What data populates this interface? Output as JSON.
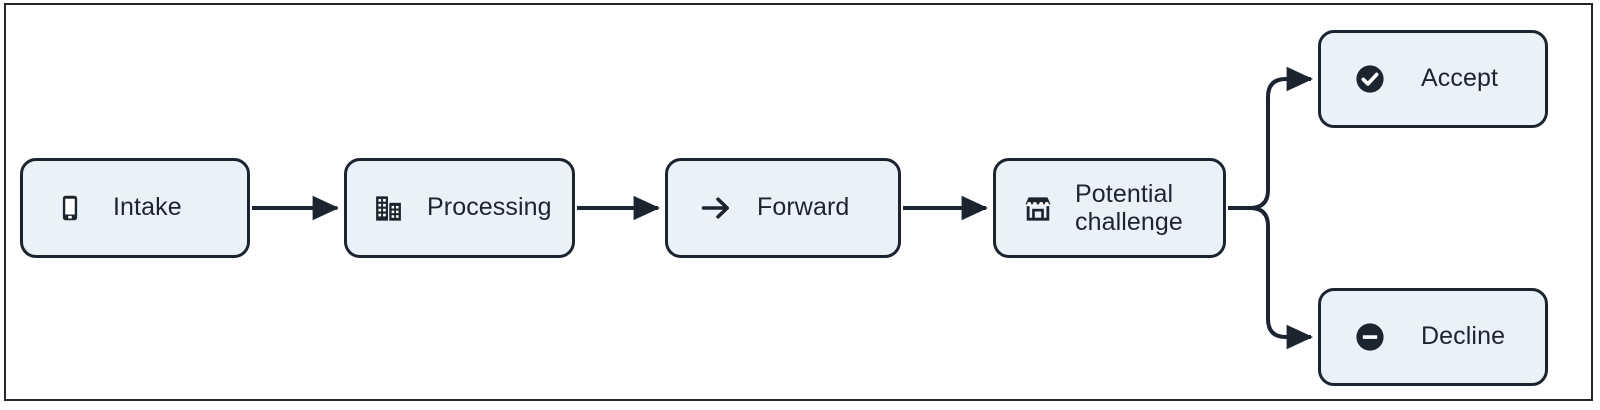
{
  "diagram": {
    "type": "flowchart",
    "orientation": "left-to-right",
    "colors": {
      "node_fill": "#eaf1f9",
      "node_border": "#1c2430",
      "text": "#1c2430",
      "connector": "#1c2430",
      "frame_border": "#22272e",
      "background": "#ffffff"
    },
    "nodes": [
      {
        "id": "intake",
        "label": "Intake",
        "icon": "smartphone-icon"
      },
      {
        "id": "processing",
        "label": "Processing",
        "icon": "office-building-icon"
      },
      {
        "id": "forward",
        "label": "Forward",
        "icon": "arrow-right-icon"
      },
      {
        "id": "potential",
        "label": "Potential\nchallenge",
        "icon": "storefront-icon"
      },
      {
        "id": "accept",
        "label": "Accept",
        "icon": "check-circle-icon"
      },
      {
        "id": "decline",
        "label": "Decline",
        "icon": "minus-circle-icon"
      }
    ],
    "edges": [
      {
        "from": "intake",
        "to": "processing",
        "style": "straight-arrow",
        "label": ""
      },
      {
        "from": "processing",
        "to": "forward",
        "style": "straight-arrow",
        "label": ""
      },
      {
        "from": "forward",
        "to": "potential",
        "style": "straight-arrow",
        "label": ""
      },
      {
        "from": "potential",
        "to": "accept",
        "style": "branch-up-arrow",
        "label": ""
      },
      {
        "from": "potential",
        "to": "decline",
        "style": "branch-down-arrow",
        "label": ""
      }
    ]
  }
}
